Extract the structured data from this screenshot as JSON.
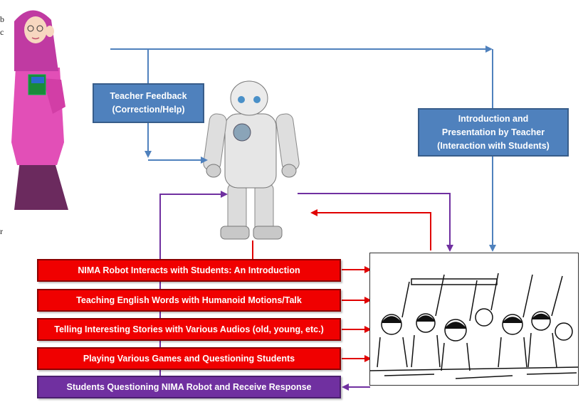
{
  "teacher_feedback_box": {
    "line1": "Teacher Feedback",
    "line2": "(Correction/Help)"
  },
  "introduction_box": {
    "line1": "Introduction and",
    "line2": "Presentation by Teacher",
    "line3": "(Interaction with Students)"
  },
  "activity_boxes": [
    {
      "label": "NIMA Robot Interacts with Students: An Introduction",
      "color": "#f00000"
    },
    {
      "label": "Teaching English Words with Humanoid Motions/Talk",
      "color": "#f00000"
    },
    {
      "label": "Telling Interesting Stories with Various Audios (old, young, etc.)",
      "color": "#f00000"
    },
    {
      "label": "Playing Various Games and Questioning Students",
      "color": "#f00000"
    }
  ],
  "student_question_box": {
    "label": "Students Questioning NIMA Robot and Receive Response",
    "color": "#7030a0"
  },
  "colors": {
    "blue_arrow": "#4f81bd",
    "red_arrow": "#e00000",
    "purple_arrow": "#7030a0"
  },
  "illustrations": {
    "teacher": "teacher-figure",
    "robot": "humanoid-robot",
    "classroom": "classroom-students-sketch"
  }
}
